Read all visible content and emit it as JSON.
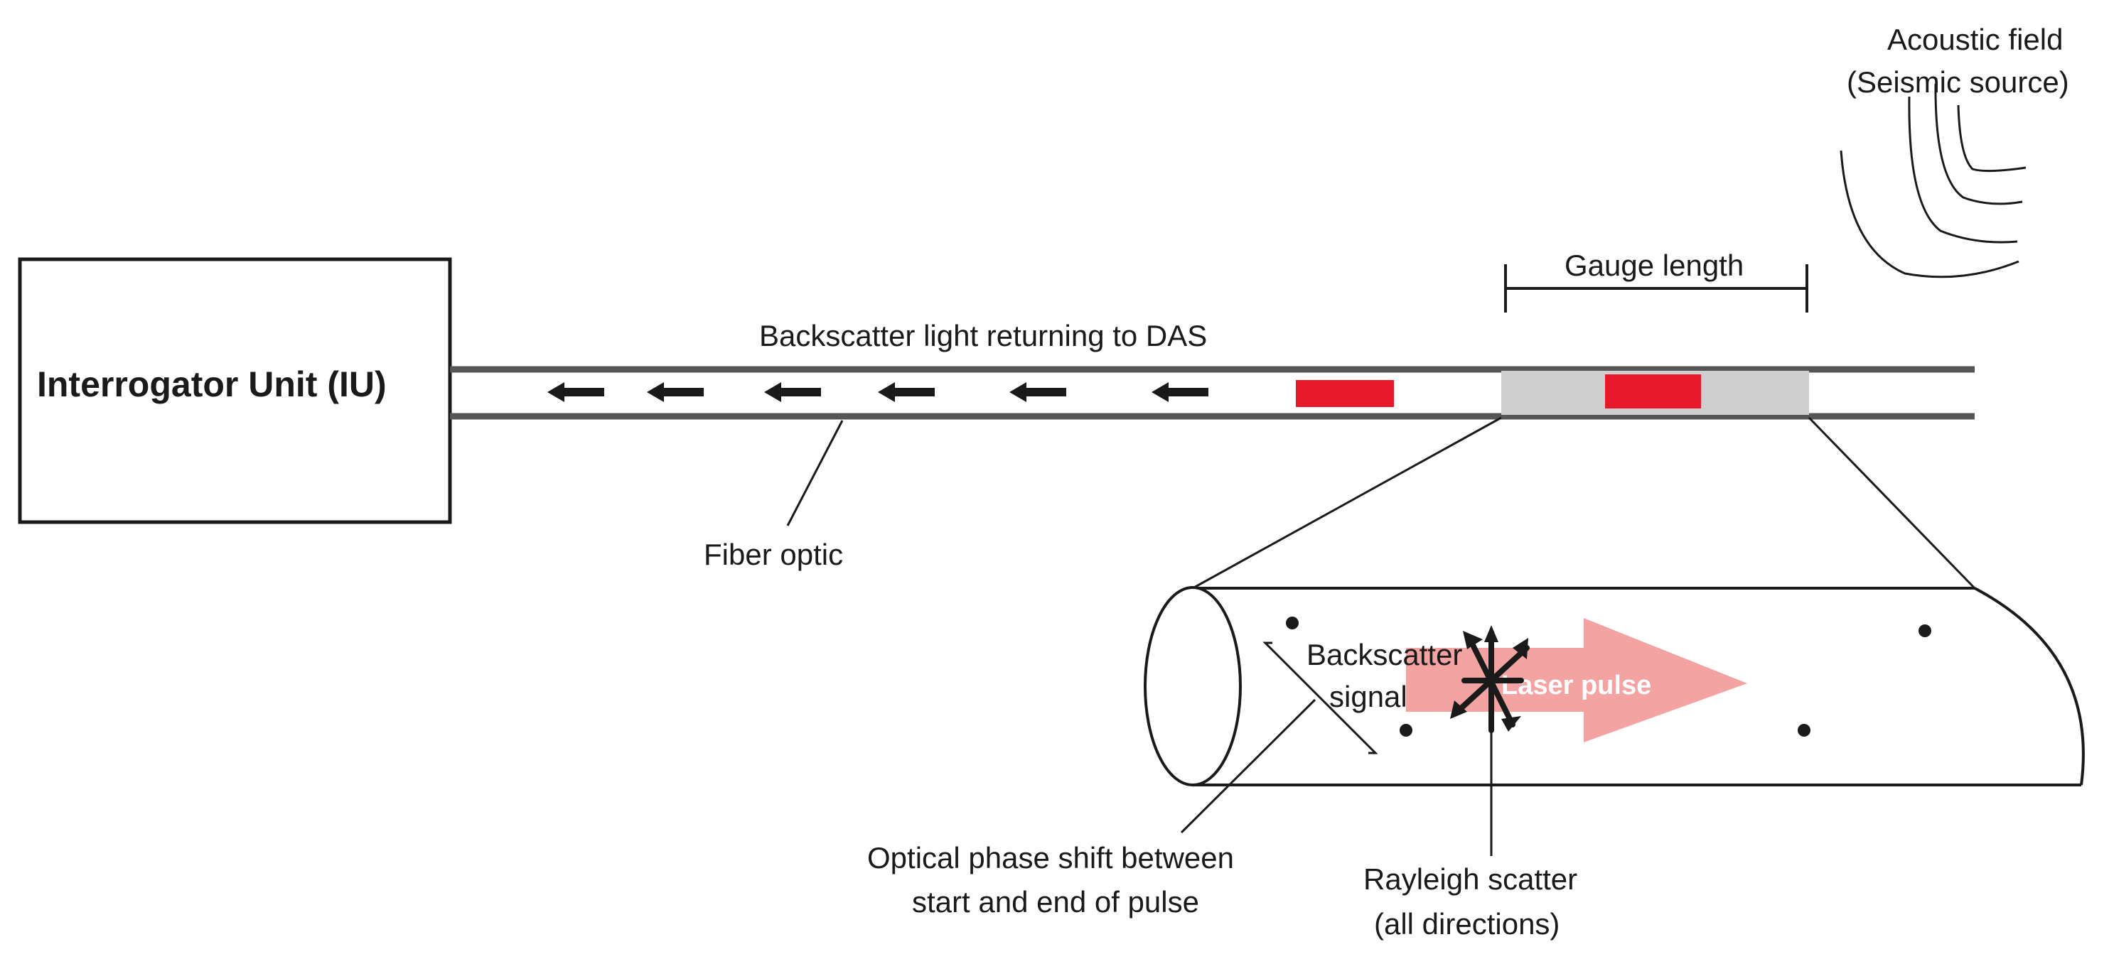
{
  "labels": {
    "interrogator": "Interrogator Unit (IU)",
    "backscatter_light": "Backscatter light returning to DAS",
    "fiber_optic": "Fiber optic",
    "gauge_length": "Gauge length",
    "acoustic_field_line1": "Acoustic field",
    "acoustic_field_line2": "(Seismic source)",
    "backscatter_signal_line1": "Backscatter",
    "backscatter_signal_line2": "signal",
    "laser_pulse": "Laser pulse",
    "phase_shift_line1": "Optical phase shift between",
    "phase_shift_line2": "start and end of pulse",
    "rayleigh_line1": "Rayleigh scatter",
    "rayleigh_line2": "(all directions)"
  },
  "colors": {
    "ink": "#1a1a1a",
    "fiber_line": "#555555",
    "pulse_red": "#e8182b",
    "gauge_gray": "#cfcfcf",
    "laser_pink": "#f4a3a3"
  },
  "arrow_count": 6
}
